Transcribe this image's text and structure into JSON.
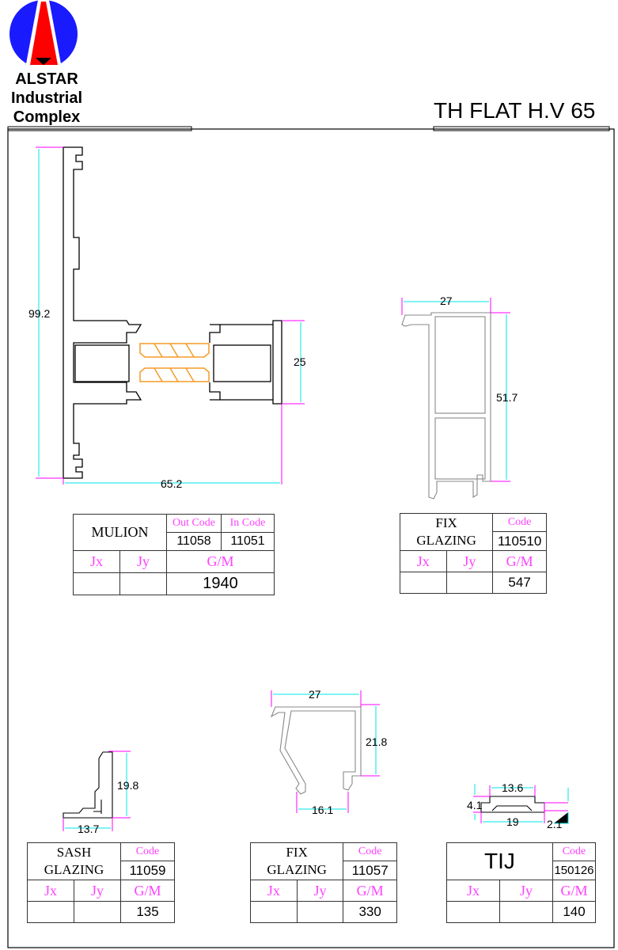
{
  "logo": {
    "line1": "ALSTAR",
    "line2": "Industrial",
    "line3": "Complex",
    "colors": {
      "circle": "#1a1aff",
      "arrow": "#ff0000"
    }
  },
  "title": "TH FLAT H.V 65",
  "accent_colors": {
    "dimension": "#00e5e5",
    "extension": "#ff00ff",
    "thermal_break": "#f39c28"
  },
  "profiles": {
    "mulion": {
      "dims": {
        "height": "99.2",
        "width": "65.2",
        "depth": "25"
      },
      "table": {
        "name": "MULION",
        "out_code_label": "Out Code",
        "in_code_label": "In Code",
        "out_code": "11058",
        "in_code": "11051",
        "jx_label": "Jx",
        "jy_label": "Jy",
        "gm_label": "G/M",
        "gm": "1940"
      }
    },
    "fix_glazing_1": {
      "dims": {
        "width": "27",
        "height": "51.7"
      },
      "table": {
        "name_line1": "FIX",
        "name_line2": "GLAZING",
        "code_label": "Code",
        "code": "110510",
        "jx_label": "Jx",
        "jy_label": "Jy",
        "gm_label": "G/M",
        "gm": "547"
      }
    },
    "sash_glazing": {
      "dims": {
        "height": "19.8",
        "width": "13.7"
      },
      "table": {
        "name_line1": "SASH",
        "name_line2": "GLAZING",
        "code_label": "Code",
        "code": "11059",
        "jx_label": "Jx",
        "jy_label": "Jy",
        "gm_label": "G/M",
        "gm": "135"
      }
    },
    "fix_glazing_2": {
      "dims": {
        "width": "27",
        "height": "21.8",
        "bottom": "16.1"
      },
      "table": {
        "name_line1": "FIX",
        "name_line2": "GLAZING",
        "code_label": "Code",
        "code": "11057",
        "jx_label": "Jx",
        "jy_label": "Jy",
        "gm_label": "G/M",
        "gm": "330"
      }
    },
    "tij": {
      "dims": {
        "top": "13.6",
        "thickness": "4.1",
        "width": "19",
        "lip": "2.1"
      },
      "table": {
        "name": "TIJ",
        "code_label": "Code",
        "code": "150126",
        "jx_label": "Jx",
        "jy_label": "Jy",
        "gm_label": "G/M",
        "gm": "140"
      }
    }
  }
}
